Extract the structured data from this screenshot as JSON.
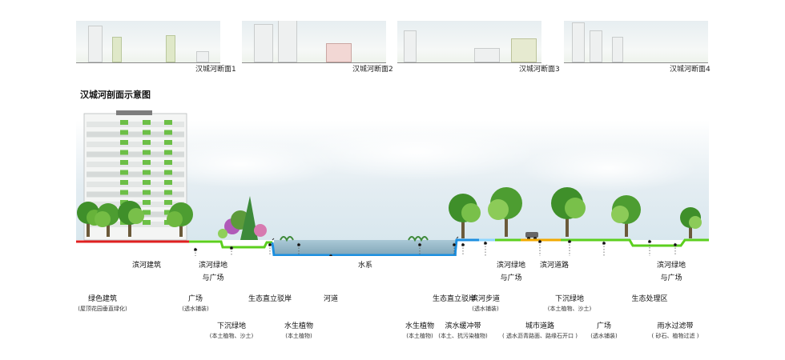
{
  "thumbnails": [
    {
      "label": "汉城河断面1"
    },
    {
      "label": "汉城河断面2"
    },
    {
      "label": "汉城河断面3"
    },
    {
      "label": "汉城河断面4"
    }
  ],
  "diagram_title": "汉城河剖面示意图",
  "zones": {
    "riverside_building": "滨河建筑",
    "green_plaza_left": "滨河绿地",
    "green_plaza_left_2": "与广场",
    "water_system": "水系",
    "green_plaza_mid": "滨河绿地",
    "green_plaza_mid_2": "与广场",
    "riverside_road": "滨河道路",
    "green_plaza_right": "滨河绿地",
    "green_plaza_right_2": "与广场"
  },
  "callouts": [
    {
      "name": "green-building",
      "label": "绿色建筑",
      "sub": "(屋顶花园垂直绿化)"
    },
    {
      "name": "plaza-left",
      "label": "广场",
      "sub": "(透水铺装)"
    },
    {
      "name": "sunken-green-left",
      "label": "下沉绿地",
      "sub": "(本土植物、沙土)"
    },
    {
      "name": "eco-bank-left",
      "label": "生态直立驳岸",
      "sub": ""
    },
    {
      "name": "aquatic-plants-left",
      "label": "水生植物",
      "sub": "(本土植物)"
    },
    {
      "name": "river-channel",
      "label": "河道",
      "sub": ""
    },
    {
      "name": "aquatic-plants-right",
      "label": "水生植物",
      "sub": "(本土植物)"
    },
    {
      "name": "eco-bank-right",
      "label": "生态直立驳岸",
      "sub": ""
    },
    {
      "name": "buffer-strip",
      "label": "滨水缓冲带",
      "sub": "(本土、抗污染植物)"
    },
    {
      "name": "riverside-walk",
      "label": "滨河步道",
      "sub": "(透水铺装)"
    },
    {
      "name": "city-road",
      "label": "城市道路",
      "sub": "( 透水沥青路面、路缘石开口 )"
    },
    {
      "name": "sunken-green-right",
      "label": "下沉绿地",
      "sub": "(本土植物、沙土)"
    },
    {
      "name": "plaza-right",
      "label": "广场",
      "sub": "(透水铺装)"
    },
    {
      "name": "eco-treatment",
      "label": "生态处理区",
      "sub": ""
    },
    {
      "name": "rain-filter",
      "label": "雨水过滤带",
      "sub": "( 砂石、植物过滤 )"
    }
  ],
  "colors": {
    "building_line": "#e02020",
    "green_line": "#5ccf1e",
    "water_line": "#1c8fe0",
    "road_line": "#f2a900",
    "walk_line": "#8fd7ff"
  }
}
